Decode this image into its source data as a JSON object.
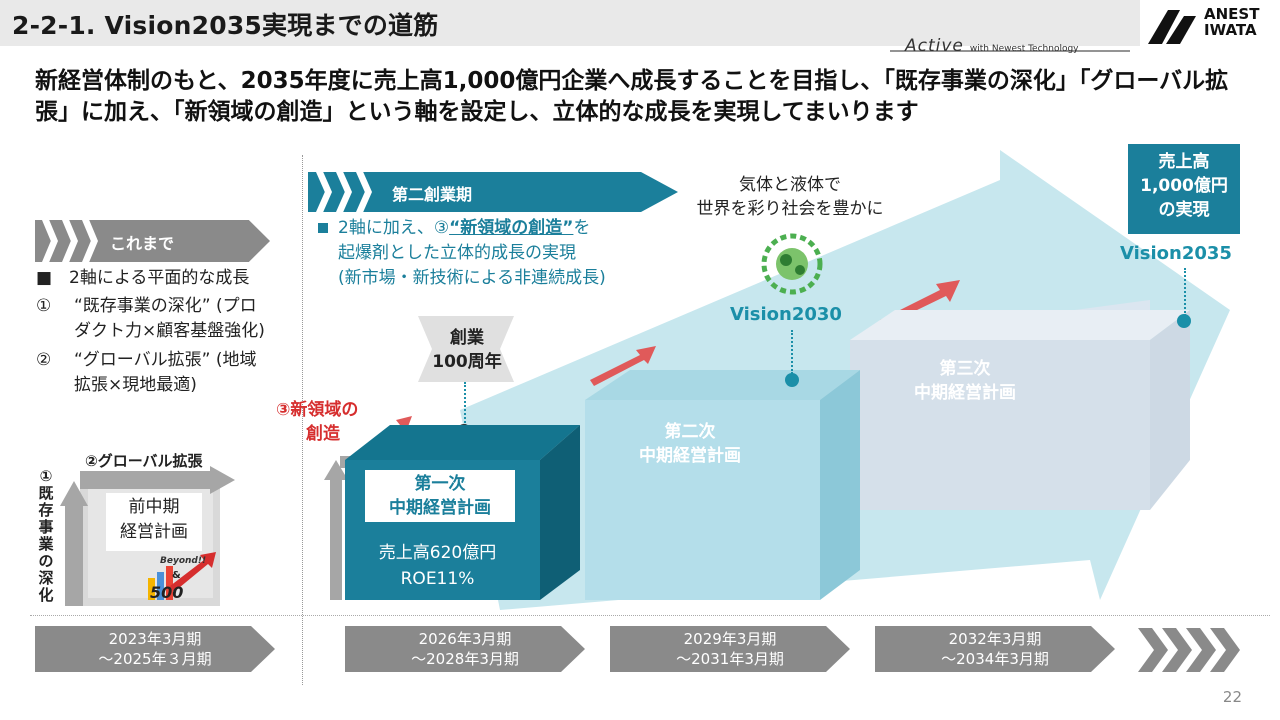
{
  "header": {
    "title": "2-2-1. Vision2035実現までの道筋",
    "active_brand": "Active",
    "active_tagline": "with Newest Technology",
    "company_line1": "ANEST",
    "company_line2": "IWATA"
  },
  "lead": "新経営体制のもと、2035年度に売上高1,000億円企業へ成長することを目指し、「既存事業の深化」「グローバル拡張」に加え、「新領域の創造」という軸を設定し、立体的な成長を実現してまいります",
  "left": {
    "bar_label": "これまで",
    "item0": "■　2軸による平面的な成長",
    "item1_num": "①",
    "item1_a": "“既存事業の深化” (プロ",
    "item1_b": "ダクト力×顧客基盤強化)",
    "item2_num": "②",
    "item2_a": "“グローバル拡張” (地域",
    "item2_b": "拡張×現地最適)",
    "global_label": "②グローバル拡張",
    "axis_vertical": [
      "①",
      "既",
      "存",
      "事",
      "業",
      "の",
      "深",
      "化"
    ],
    "prev_plan_a": "前中期",
    "prev_plan_b": "経営計画",
    "beyond": "Beyond!!",
    "amp": "&",
    "five_hundred": "500"
  },
  "second": {
    "bar_label": "第二創業期",
    "text1a": "2軸に加え、③",
    "text1b": "“新領域の創造”",
    "text1c": "を",
    "text2": "起爆剤とした立体的成長の実現",
    "text3": "(新市場・新技術による非連続成長)",
    "centennial_a": "創業",
    "centennial_b": "100周年",
    "new_domain_a": "③新領域の",
    "new_domain_b": "創造"
  },
  "cubes": {
    "first_a": "第一次",
    "first_b": "中期経営計画",
    "sales": "売上高620億円",
    "roe": "ROE11%",
    "second_a": "第二次",
    "second_b": "中期経営計画",
    "third_a": "第三次",
    "third_b": "中期経営計画"
  },
  "vision": {
    "slogan_a": "気体と液体で",
    "slogan_b": "世界を彩り社会を豊かに",
    "v2030": "Vision2030",
    "v2035": "Vision2035",
    "target_a": "売上高",
    "target_b": "1,000億円",
    "target_c": "の実現"
  },
  "periods": [
    {
      "a": "2023年3月期",
      "b": "～2025年３月期"
    },
    {
      "a": "2026年3月期",
      "b": "～2028年3月期"
    },
    {
      "a": "2029年3月期",
      "b": "～2031年3月期"
    },
    {
      "a": "2032年3月期",
      "b": "～2034年3月期"
    }
  ],
  "page_number": "22",
  "colors": {
    "teal": "#1b7f9b",
    "gray": "#8a8a8a",
    "red": "#d62e2e",
    "light_cyan": "#c7e7ee"
  }
}
